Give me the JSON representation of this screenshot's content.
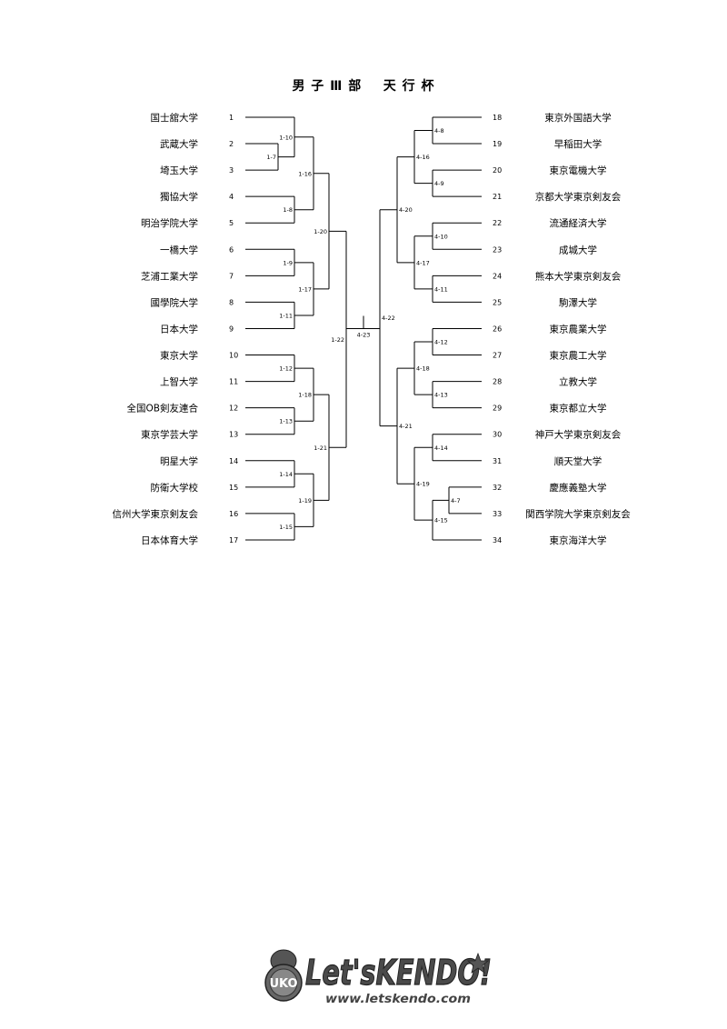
{
  "title": "男 子 Ⅲ 部    天 行 杯",
  "left_teams": [
    {
      "seed": "1",
      "name": "国士舘大学"
    },
    {
      "seed": "2",
      "name": "武蔵大学"
    },
    {
      "seed": "3",
      "name": "埼玉大学"
    },
    {
      "seed": "4",
      "name": "獨協大学"
    },
    {
      "seed": "5",
      "name": "明治学院大学"
    },
    {
      "seed": "6",
      "name": "一橋大学"
    },
    {
      "seed": "7",
      "name": "芝浦工業大学"
    },
    {
      "seed": "8",
      "name": "國學院大学"
    },
    {
      "seed": "9",
      "name": "日本大学"
    },
    {
      "seed": "10",
      "name": "東京大学"
    },
    {
      "seed": "11",
      "name": "上智大学"
    },
    {
      "seed": "12",
      "name": "全国OB剣友連合"
    },
    {
      "seed": "13",
      "name": "東京学芸大学"
    },
    {
      "seed": "14",
      "name": "明星大学"
    },
    {
      "seed": "15",
      "name": "防衛大学校"
    },
    {
      "seed": "16",
      "name": "信州大学東京剣友会"
    },
    {
      "seed": "17",
      "name": "日本体育大学"
    }
  ],
  "right_teams": [
    {
      "seed": "18",
      "name": "東京外国語大学"
    },
    {
      "seed": "19",
      "name": "早稲田大学"
    },
    {
      "seed": "20",
      "name": "東京電機大学"
    },
    {
      "seed": "21",
      "name": "京都大学東京剣友会"
    },
    {
      "seed": "22",
      "name": "流通経済大学"
    },
    {
      "seed": "23",
      "name": "成城大学"
    },
    {
      "seed": "24",
      "name": "熊本大学東京剣友会"
    },
    {
      "seed": "25",
      "name": "駒澤大学"
    },
    {
      "seed": "26",
      "name": "東京農業大学"
    },
    {
      "seed": "27",
      "name": "東京農工大学"
    },
    {
      "seed": "28",
      "name": "立教大学"
    },
    {
      "seed": "29",
      "name": "東京都立大学"
    },
    {
      "seed": "30",
      "name": "神戸大学東京剣友会"
    },
    {
      "seed": "31",
      "name": "順天堂大学"
    },
    {
      "seed": "32",
      "name": "慶應義塾大学"
    },
    {
      "seed": "33",
      "name": "関西学院大学東京剣友会"
    },
    {
      "seed": "34",
      "name": "東京海洋大学"
    }
  ],
  "left_matches": [
    {
      "id": "1-7",
      "slots": [
        1,
        2
      ]
    },
    {
      "id": "1-10",
      "slots": [
        0,
        "1-7"
      ]
    },
    {
      "id": "1-8",
      "slots": [
        3,
        4
      ]
    },
    {
      "id": "1-16",
      "slots": [
        "1-10",
        "1-8"
      ]
    },
    {
      "id": "1-9",
      "slots": [
        5,
        6
      ]
    },
    {
      "id": "1-11",
      "slots": [
        7,
        8
      ]
    },
    {
      "id": "1-17",
      "slots": [
        "1-9",
        "1-11"
      ]
    },
    {
      "id": "1-20",
      "slots": [
        "1-16",
        "1-17"
      ]
    },
    {
      "id": "1-12",
      "slots": [
        9,
        10
      ]
    },
    {
      "id": "1-13",
      "slots": [
        11,
        12
      ]
    },
    {
      "id": "1-18",
      "slots": [
        "1-12",
        "1-13"
      ]
    },
    {
      "id": "1-14",
      "slots": [
        13,
        14
      ]
    },
    {
      "id": "1-15",
      "slots": [
        15,
        16
      ]
    },
    {
      "id": "1-19",
      "slots": [
        "1-14",
        "1-15"
      ]
    },
    {
      "id": "1-21",
      "slots": [
        "1-18",
        "1-19"
      ]
    },
    {
      "id": "1-22",
      "slots": [
        "1-20",
        "1-21"
      ]
    }
  ],
  "right_matches": [
    {
      "id": "4-8",
      "slots": [
        0,
        1
      ]
    },
    {
      "id": "4-9",
      "slots": [
        2,
        3
      ]
    },
    {
      "id": "4-16",
      "slots": [
        "4-8",
        "4-9"
      ]
    },
    {
      "id": "4-10",
      "slots": [
        4,
        5
      ]
    },
    {
      "id": "4-11",
      "slots": [
        6,
        7
      ]
    },
    {
      "id": "4-17",
      "slots": [
        "4-10",
        "4-11"
      ]
    },
    {
      "id": "4-20",
      "slots": [
        "4-16",
        "4-17"
      ]
    },
    {
      "id": "4-12",
      "slots": [
        8,
        9
      ]
    },
    {
      "id": "4-13",
      "slots": [
        10,
        11
      ]
    },
    {
      "id": "4-18",
      "slots": [
        "4-12",
        "4-13"
      ]
    },
    {
      "id": "4-14",
      "slots": [
        12,
        13
      ]
    },
    {
      "id": "4-7",
      "slots": [
        14,
        15
      ]
    },
    {
      "id": "4-15",
      "slots": [
        "4-7",
        16
      ]
    },
    {
      "id": "4-19",
      "slots": [
        "4-14",
        "4-15"
      ]
    },
    {
      "id": "4-21",
      "slots": [
        "4-18",
        "4-19"
      ]
    },
    {
      "id": "4-22",
      "slots": [
        "4-20",
        "4-21"
      ]
    }
  ],
  "final": {
    "id": "4-23"
  },
  "logo": {
    "badge": "UKO",
    "main": "Let'sKENDO!",
    "url": "www.letskendo.com"
  }
}
